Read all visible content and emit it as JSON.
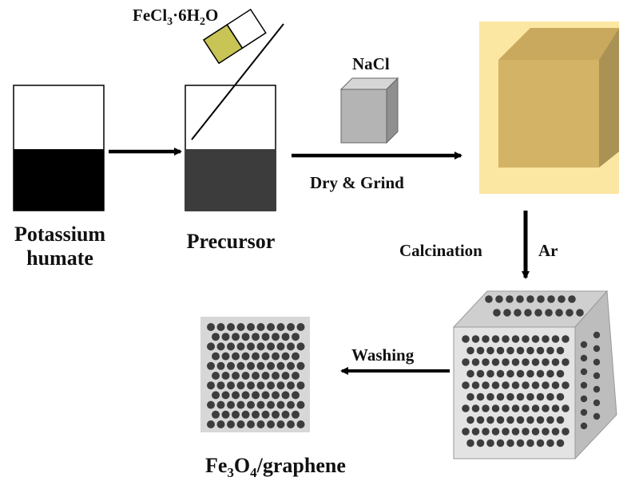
{
  "labels": {
    "reagent_prefix": "FeCl",
    "reagent_sub1": "3",
    "reagent_mid": "·6H",
    "reagent_sub2": "2",
    "reagent_suffix": "O",
    "salt": "NaCl",
    "step_dry": "Dry & Grind",
    "potassium_line1": "Potassium",
    "potassium_line2": "humate",
    "precursor": "Precursor",
    "step_calcination": "Calcination",
    "atmosphere": "Ar",
    "step_washing": "Washing",
    "product_fe": "Fe",
    "product_sub1": "3",
    "product_o": "O",
    "product_sub2": "4",
    "product_suffix": "/graphene"
  },
  "colors": {
    "black_solution": "#000000",
    "precursor_solution": "#3c3c3c",
    "reagent_yellow": "#c8c455",
    "salt_front": "#b4b4b4",
    "salt_top": "#d6d6d6",
    "salt_side": "#8f8f8f",
    "cube_outer": "#fbe6a2",
    "cube_front": "#d3b466",
    "cube_top": "#c9a95d",
    "cube_side": "#a99253",
    "porous_front": "#e3e3e3",
    "porous_top": "#cfcfcf",
    "porous_side": "#bdbdbd",
    "dot": "#3d3d3d",
    "sheet": "#d7d7d7"
  },
  "icons": [
    "beaker-icon",
    "weighing-boat-icon",
    "glass-rod-icon",
    "salt-cube-icon",
    "composite-cube-icon",
    "porous-cube-icon",
    "graphene-sheet-icon",
    "arrow-icon"
  ]
}
